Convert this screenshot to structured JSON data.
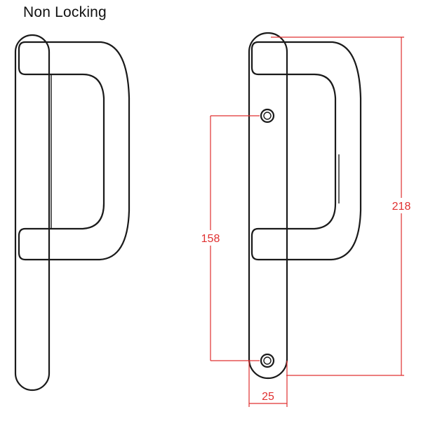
{
  "title": "Non Locking",
  "dimensions": {
    "screw_spacing": "158",
    "overall_length": "218",
    "plate_width": "25"
  },
  "colors": {
    "outline": "#1a1a1a",
    "dimension": "#e03030"
  }
}
